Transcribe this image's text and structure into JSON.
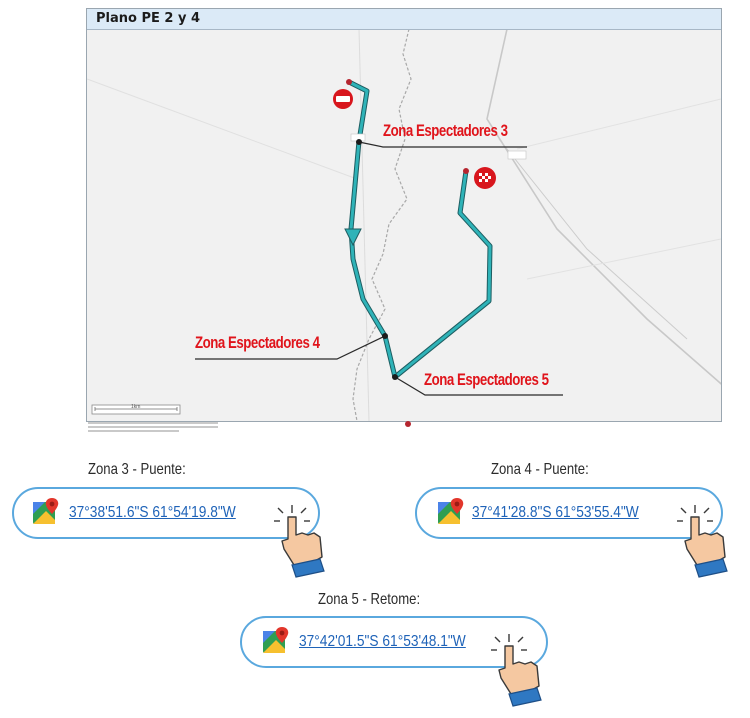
{
  "map": {
    "title": "Plano PE 2 y 4",
    "zones": [
      {
        "label": "Zona Espectadores 3"
      },
      {
        "label": "Zona Espectadores 4"
      },
      {
        "label": "Zona Espectadores 5"
      }
    ],
    "scale_label": "1km",
    "route_color": "#2fb3b8",
    "label_color": "#e0141b"
  },
  "locations": [
    {
      "title": "Zona 3 - Puente:",
      "coords": "37°38'51.6\"S 61°54'19.8\"W"
    },
    {
      "title": "Zona 4 - Puente:",
      "coords": "37°41'28.8\"S 61°53'55.4\"W"
    },
    {
      "title": "Zona 5 - Retome:",
      "coords": "37°42'01.5\"S 61°53'48.1\"W"
    }
  ],
  "icons": {
    "maps": "google-maps-icon",
    "hand": "pointing-hand-icon"
  },
  "colors": {
    "pill_border": "#5aa8de",
    "link": "#1f63b8",
    "header_bg": "#dbeaf7"
  }
}
